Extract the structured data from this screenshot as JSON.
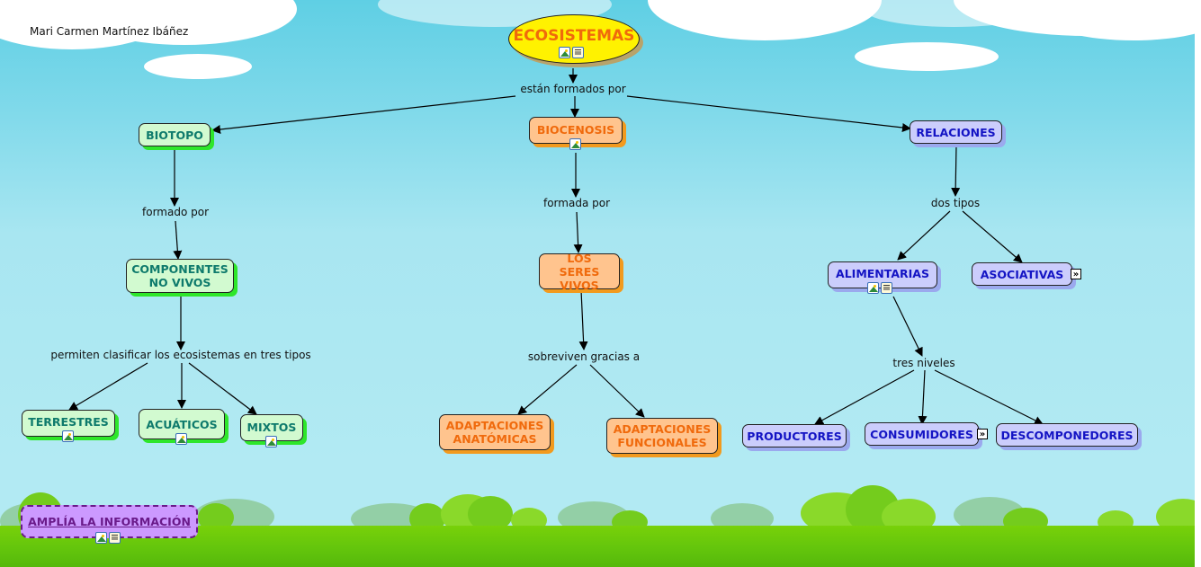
{
  "author": "Mari Carmen Martínez Ibáñez",
  "root": {
    "label": "ECOSISTEMAS",
    "resources": [
      "image-icon",
      "document-icon"
    ]
  },
  "colors": {
    "sky": "#a8e6f1",
    "ground": "#66c70c",
    "root_fill": "#fff200",
    "green_node": "#d2fad0",
    "orange_node": "#ffc48e",
    "purple_node": "#cbcdfc",
    "ampl_node": "#cc99ff"
  },
  "linking_phrases": {
    "main": "están formados por",
    "biotopo": "formado por",
    "componentes": "permiten clasificar los ecosistemas en tres tipos",
    "biocenosis": "formada por",
    "seres": "sobreviven gracias a",
    "relaciones": "dos tipos",
    "alimentarias": "tres niveles"
  },
  "nodes": {
    "biotopo": "BIOTOPO",
    "componentes": "COMPONENTES\nNO VIVOS",
    "terrestres": "TERRESTRES",
    "acuaticos": "ACUÁTICOS",
    "mixtos": "MIXTOS",
    "biocenosis": "BIOCENOSIS",
    "seres": "LOS SERES\nVIVOS",
    "anatomicas": "ADAPTACIONES\nANATÓMICAS",
    "funcionales": "ADAPTACIONES\nFUNCIONALES",
    "relaciones": "RELACIONES",
    "alimentarias": "ALIMENTARIAS",
    "asociativas": "ASOCIATIVAS",
    "productores": "PRODUCTORES",
    "consumidores": "CONSUMIDORES",
    "descomponedores": "DESCOMPONEDORES"
  },
  "more_glyph": "»",
  "ampl": {
    "label": "AMPLÍA LA INFORMACIÓN",
    "resources": [
      "image-icon",
      "document-icon"
    ]
  }
}
